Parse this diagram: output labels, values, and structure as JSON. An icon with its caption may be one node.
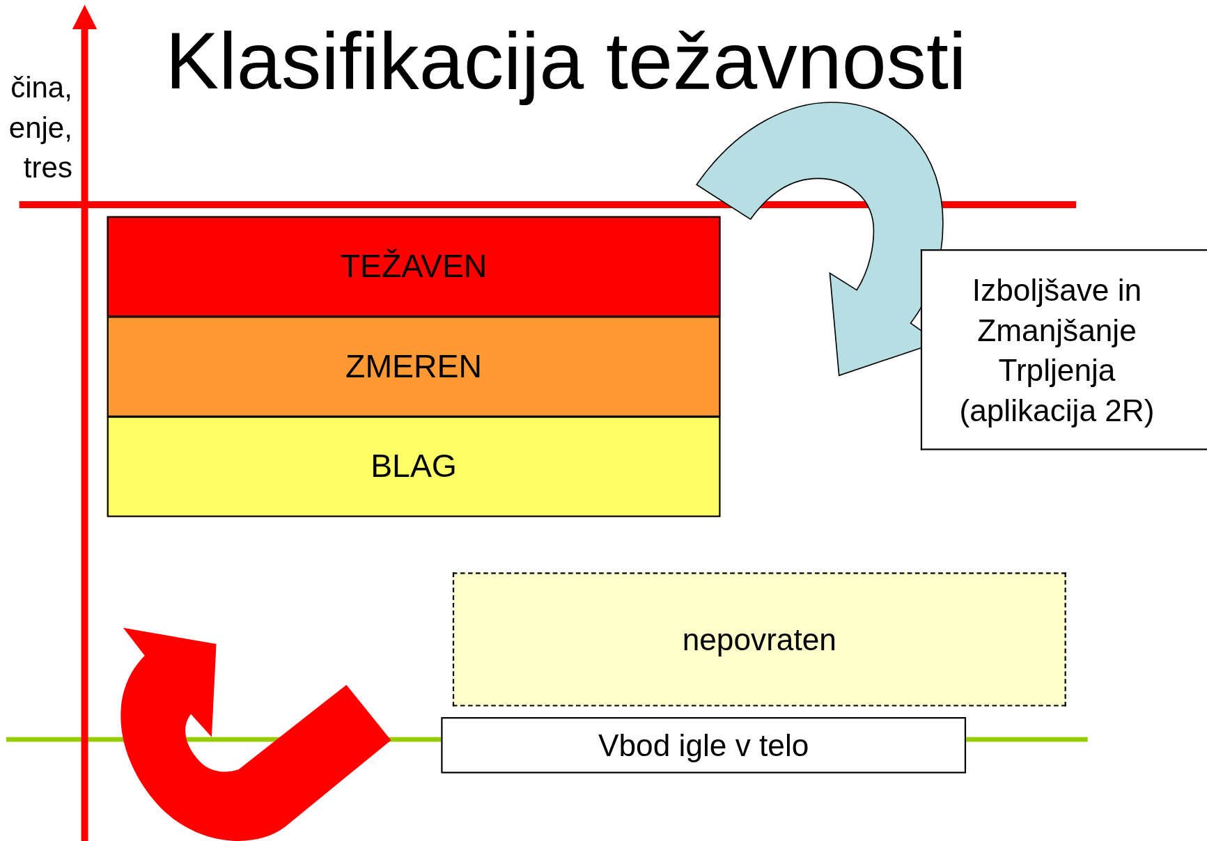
{
  "diagram": {
    "title": "Klasifikacija težavnosti",
    "nodes": [
      {
        "text": [
          "TEŽAVEN"
        ]
      },
      {
        "text": [
          "ZMEREN"
        ]
      },
      {
        "text": [
          "BLAG"
        ]
      },
      {
        "text": [
          "Izboljšave in Zmanjšanje Trpljenja (aplikacija 2R)"
        ]
      },
      {
        "text": [
          "nepovraten"
        ]
      },
      {
        "text": [
          "Vbod igle v telo"
        ]
      }
    ],
    "labels": [
      "čina, enje, tres"
    ]
  }
}
